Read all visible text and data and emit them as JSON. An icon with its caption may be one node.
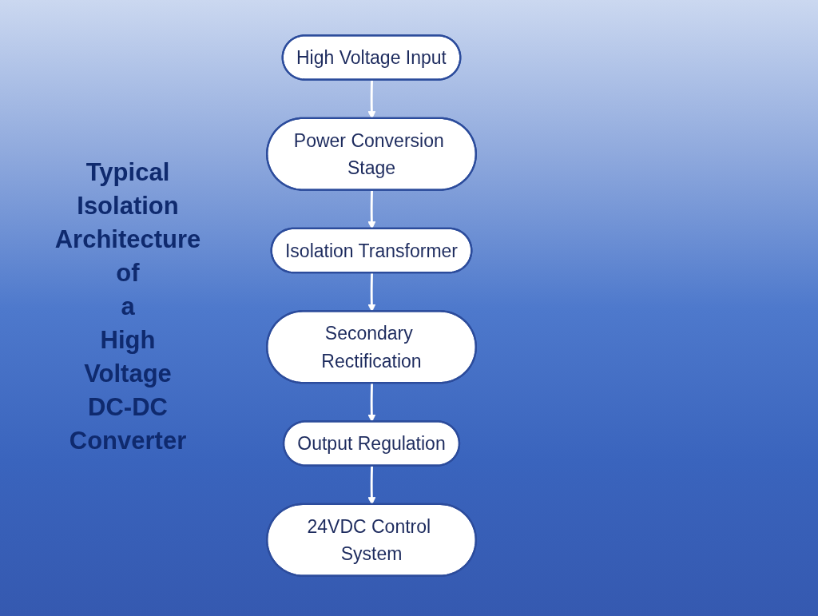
{
  "diagram": {
    "title": "Typical Isolation Architecture of a High Voltage DC-DC Converter",
    "nodes": [
      {
        "text": [
          "High Voltage Input"
        ]
      },
      {
        "text": [
          "Power Conversion Stage"
        ]
      },
      {
        "text": [
          "Isolation Transformer"
        ]
      },
      {
        "text": [
          "Secondary Rectification"
        ]
      },
      {
        "text": [
          "Output Regulation"
        ]
      },
      {
        "text": [
          "24VDC Control System"
        ]
      }
    ],
    "edges": [
      {
        "from": 0,
        "to": 1,
        "arrow": "to"
      },
      {
        "from": 1,
        "to": 2,
        "arrow": "to"
      },
      {
        "from": 2,
        "to": 3,
        "arrow": "to"
      },
      {
        "from": 3,
        "to": 4,
        "arrow": "to"
      },
      {
        "from": 4,
        "to": 5,
        "arrow": "to"
      }
    ]
  }
}
